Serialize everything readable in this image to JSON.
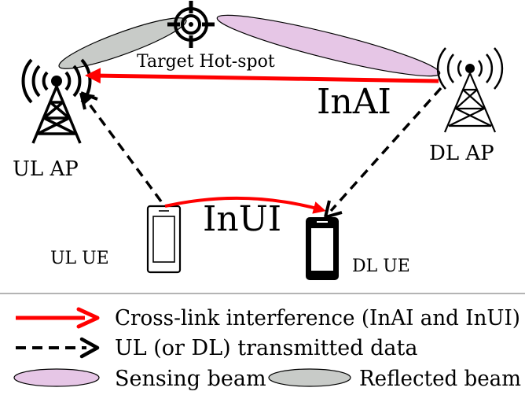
{
  "labels": {
    "target": "Target Hot-spot",
    "inai": "InAI",
    "inui": "InUI",
    "ul_ap": "UL AP",
    "dl_ap": "DL AP",
    "ul_ue": "UL UE",
    "dl_ue": "DL UE"
  },
  "legend": {
    "cross_link": "Cross-link interference (InAI and InUI)",
    "ul_dl_data": "UL (or DL) transmitted data",
    "sensing": "Sensing beam",
    "reflected": "Reflected beam"
  },
  "colors": {
    "interference": "#ff0000",
    "sensing_beam": "#e6c6e6",
    "reflected_beam": "#c8cbc8",
    "text": "#000000"
  },
  "icons": {
    "target": "crosshair-target-icon",
    "ap": "antenna-tower-icon",
    "ue": "smartphone-icon"
  }
}
